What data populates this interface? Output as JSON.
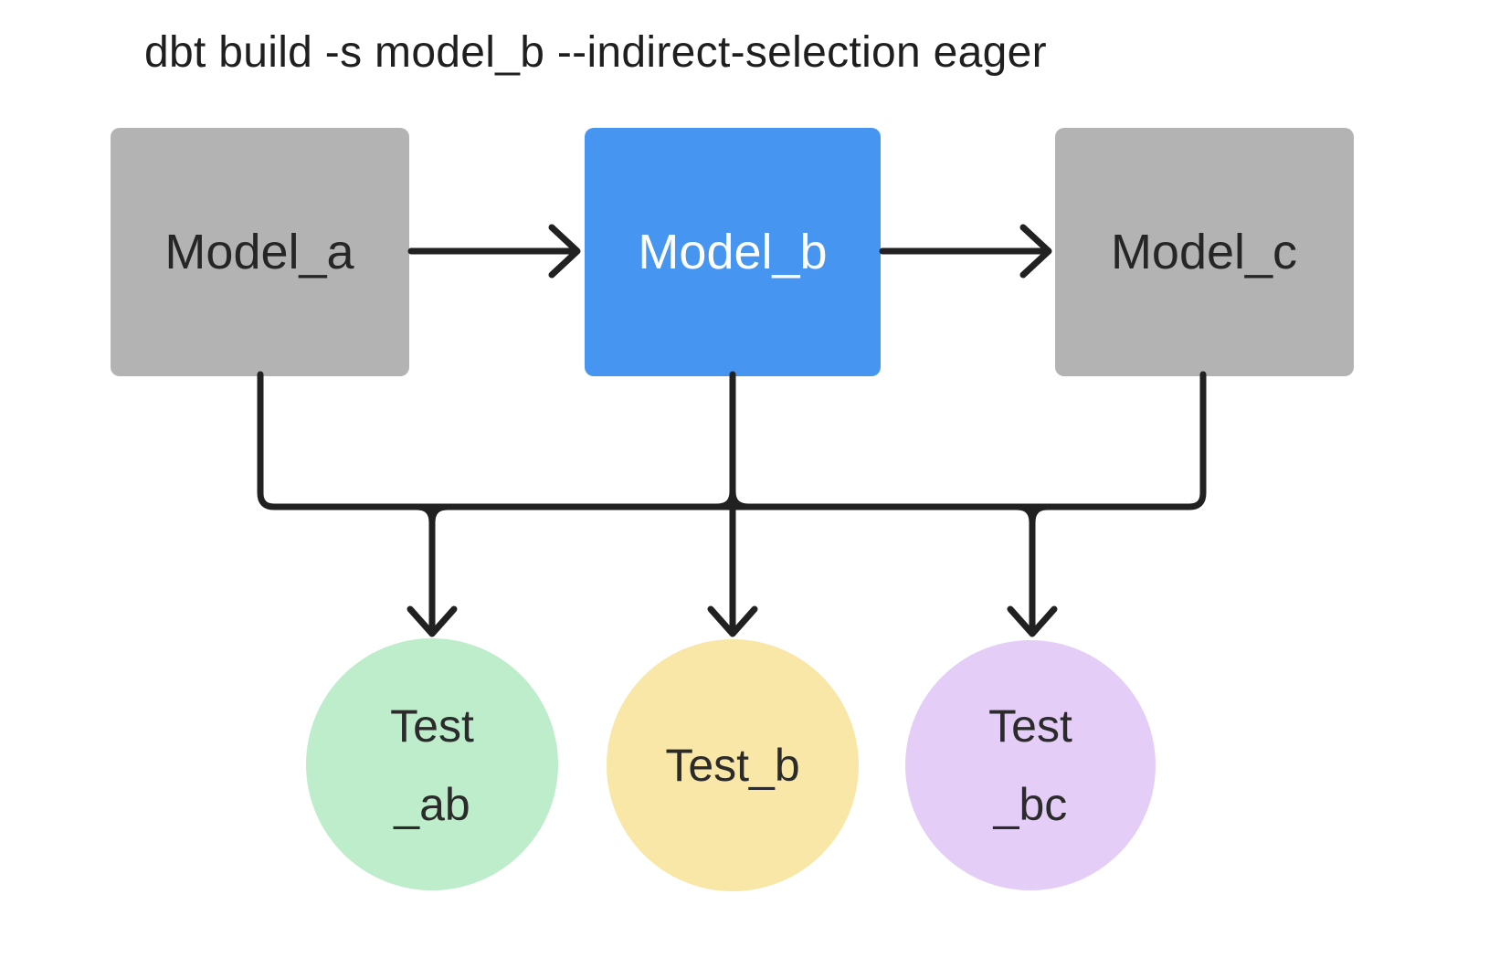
{
  "title": "dbt build -s model_b --indirect-selection eager",
  "colors": {
    "background": "#ffffff",
    "line": "#212121",
    "title_text": "#1f1f1f",
    "model_default_fill": "#b3b3b3",
    "model_selected_fill": "#4696f1",
    "model_label": "#262626",
    "model_selected_label": "#ffffff",
    "test_ab_fill": "#bdedca",
    "test_b_fill": "#f8e7a7",
    "test_bc_fill": "#e4cef8",
    "test_label": "#2b2b2b"
  },
  "nodes": {
    "model_a": {
      "label": "Model_a"
    },
    "model_b": {
      "label": "Model_b"
    },
    "model_c": {
      "label": "Model_c"
    },
    "test_ab": {
      "label_line1": "Test",
      "label_line2": "_ab"
    },
    "test_b": {
      "label": "Test_b"
    },
    "test_bc": {
      "label_line1": "Test",
      "label_line2": "_bc"
    }
  }
}
